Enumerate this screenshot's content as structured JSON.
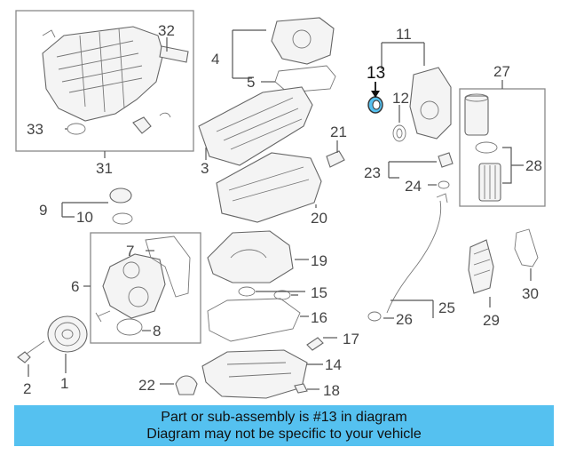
{
  "callouts": {
    "c1": "1",
    "c2": "2",
    "c3": "3",
    "c4": "4",
    "c5": "5",
    "c6": "6",
    "c7": "7",
    "c8": "8",
    "c9": "9",
    "c10": "10",
    "c11": "11",
    "c12": "12",
    "c13": "13",
    "c14": "14",
    "c15": "15",
    "c16": "16",
    "c17": "17",
    "c18": "18",
    "c19": "19",
    "c20": "20",
    "c21": "21",
    "c22": "22",
    "c23": "23",
    "c24": "24",
    "c25": "25",
    "c26": "26",
    "c27": "27",
    "c28": "28",
    "c29": "29",
    "c30": "30",
    "c31": "31",
    "c32": "32",
    "c33": "33"
  },
  "highlight": {
    "color": "#55c1f0"
  },
  "banner": {
    "line1": "Part or sub-assembly is #13 in diagram",
    "line2": "Diagram may not be specific to your vehicle",
    "color": "#55c1f0"
  }
}
